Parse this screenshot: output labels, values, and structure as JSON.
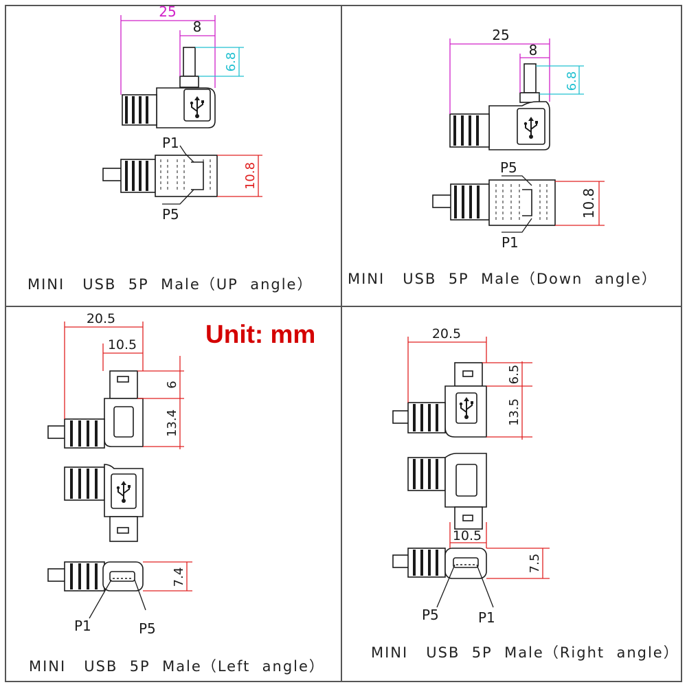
{
  "unit_label": "Unit: mm",
  "colors": {
    "frame": "#555555",
    "outline": "#1a1a1a",
    "pink_dim": "#d020c8",
    "red_dim": "#e02020",
    "cyan_dim": "#20c0d0",
    "unit": "#d40000"
  },
  "icons": [
    "usb-trident-icon"
  ],
  "panels": {
    "up": {
      "title": "MINI   USB  5P  Male（UP  angle）",
      "dims": {
        "width": "25",
        "plug": "8",
        "plug_height": "6.8",
        "side": "10.8"
      },
      "pins": {
        "top": "P1",
        "bottom": "P5"
      }
    },
    "down": {
      "title": "MINI   USB  5P  Male（Down  angle）",
      "dims": {
        "width": "25",
        "plug": "8",
        "plug_height": "6.8",
        "side": "10.8"
      },
      "pins": {
        "top": "P5",
        "bottom": "P1"
      }
    },
    "left": {
      "title": "MINI   USB  5P  Male（Left  angle）",
      "dims": {
        "width": "20.5",
        "plug": "10.5",
        "plug_len": "6",
        "body_len": "13.4",
        "face": "7.4"
      },
      "pins": {
        "left": "P1",
        "right": "P5"
      }
    },
    "right": {
      "title": "MINI   USB  5P  Male（Right  angle）",
      "dims": {
        "width": "20.5",
        "plug": "10.5",
        "plug_len": "6.5",
        "body_len": "13.5",
        "face": "7.5"
      },
      "pins": {
        "left": "P5",
        "right": "P1"
      }
    }
  }
}
